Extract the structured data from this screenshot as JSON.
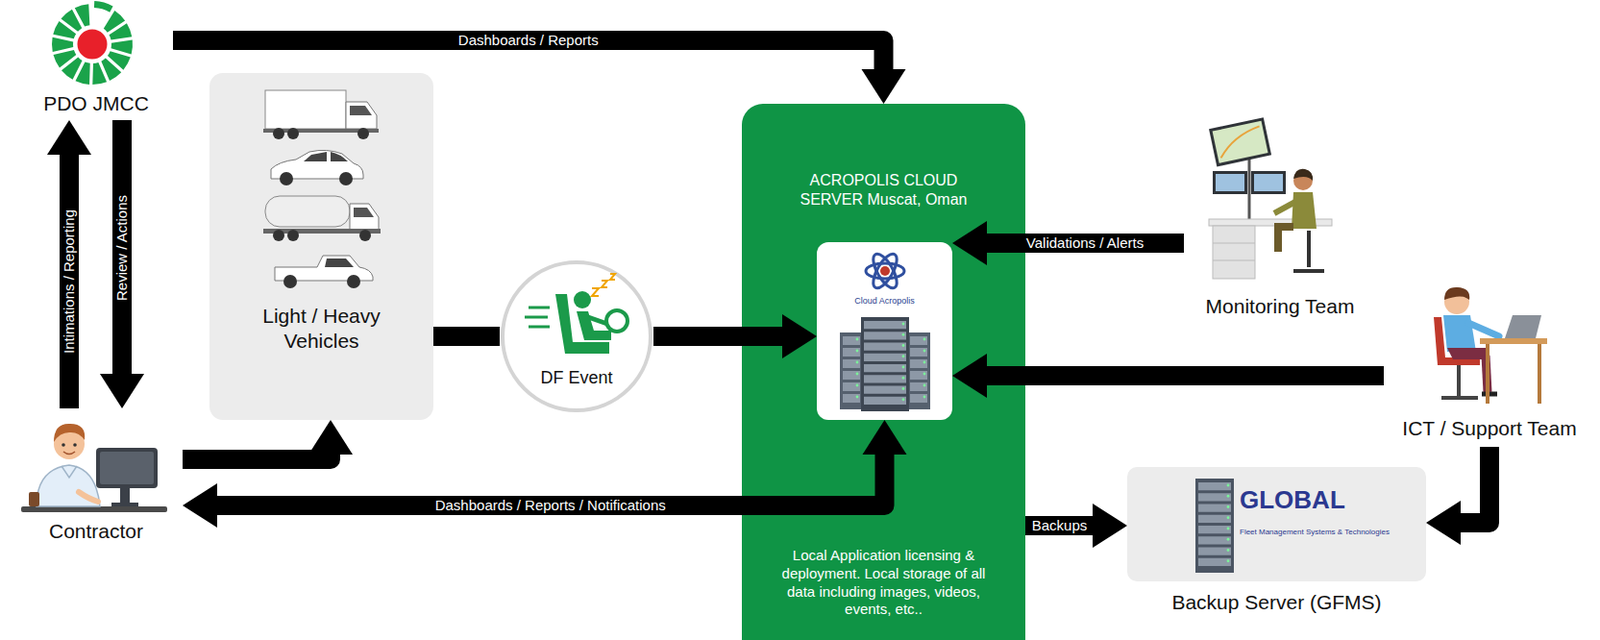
{
  "diagram": {
    "nodes": [
      {
        "text": [
          "PDO JMCC"
        ]
      },
      {
        "text": [
          "Contractor"
        ]
      },
      {
        "text": [
          "Light / Heavy Vehicles"
        ]
      },
      {
        "text": [
          "DF Event"
        ]
      },
      {
        "text": [
          "ACROPOLIS CLOUD SERVER Muscat, Oman",
          "Local Application licensing & deployment. Local storage of all data including images, videos, events, etc.."
        ]
      },
      {
        "text": [
          "Cloud Acropolis"
        ],
        "in": 4
      },
      {
        "text": [
          "Monitoring Team"
        ]
      },
      {
        "text": [
          "ICT / Support Team"
        ]
      },
      {
        "text": [
          "Backup Server (GFMS)"
        ]
      }
    ],
    "edges": [
      {
        "from": 0,
        "to": 4,
        "label": "Dashboards / Reports",
        "arrow": "to"
      },
      {
        "from": 1,
        "to": 0,
        "label": "Intimations / Reporting",
        "arrow": "to"
      },
      {
        "from": 0,
        "to": 1,
        "label": "Review / Actions",
        "arrow": "to"
      },
      {
        "from": 1,
        "to": 2,
        "arrow": "to"
      },
      {
        "from": 2,
        "to": 3,
        "arrow": "none"
      },
      {
        "from": 3,
        "to": 5,
        "arrow": "to"
      },
      {
        "from": 6,
        "to": 5,
        "label": "Validations / Alerts",
        "arrow": "to"
      },
      {
        "from": 7,
        "to": 5,
        "arrow": "to"
      },
      {
        "from": 1,
        "to": 5,
        "label": "Dashboards / Reports / Notifications",
        "arrow": "both"
      },
      {
        "from": 4,
        "to": 8,
        "label": "Backups",
        "arrow": "to"
      },
      {
        "from": 7,
        "to": 8,
        "arrow": "to"
      }
    ],
    "labels": [
      "GLOBAL",
      "Fleet Management Systems & Technologies"
    ]
  }
}
